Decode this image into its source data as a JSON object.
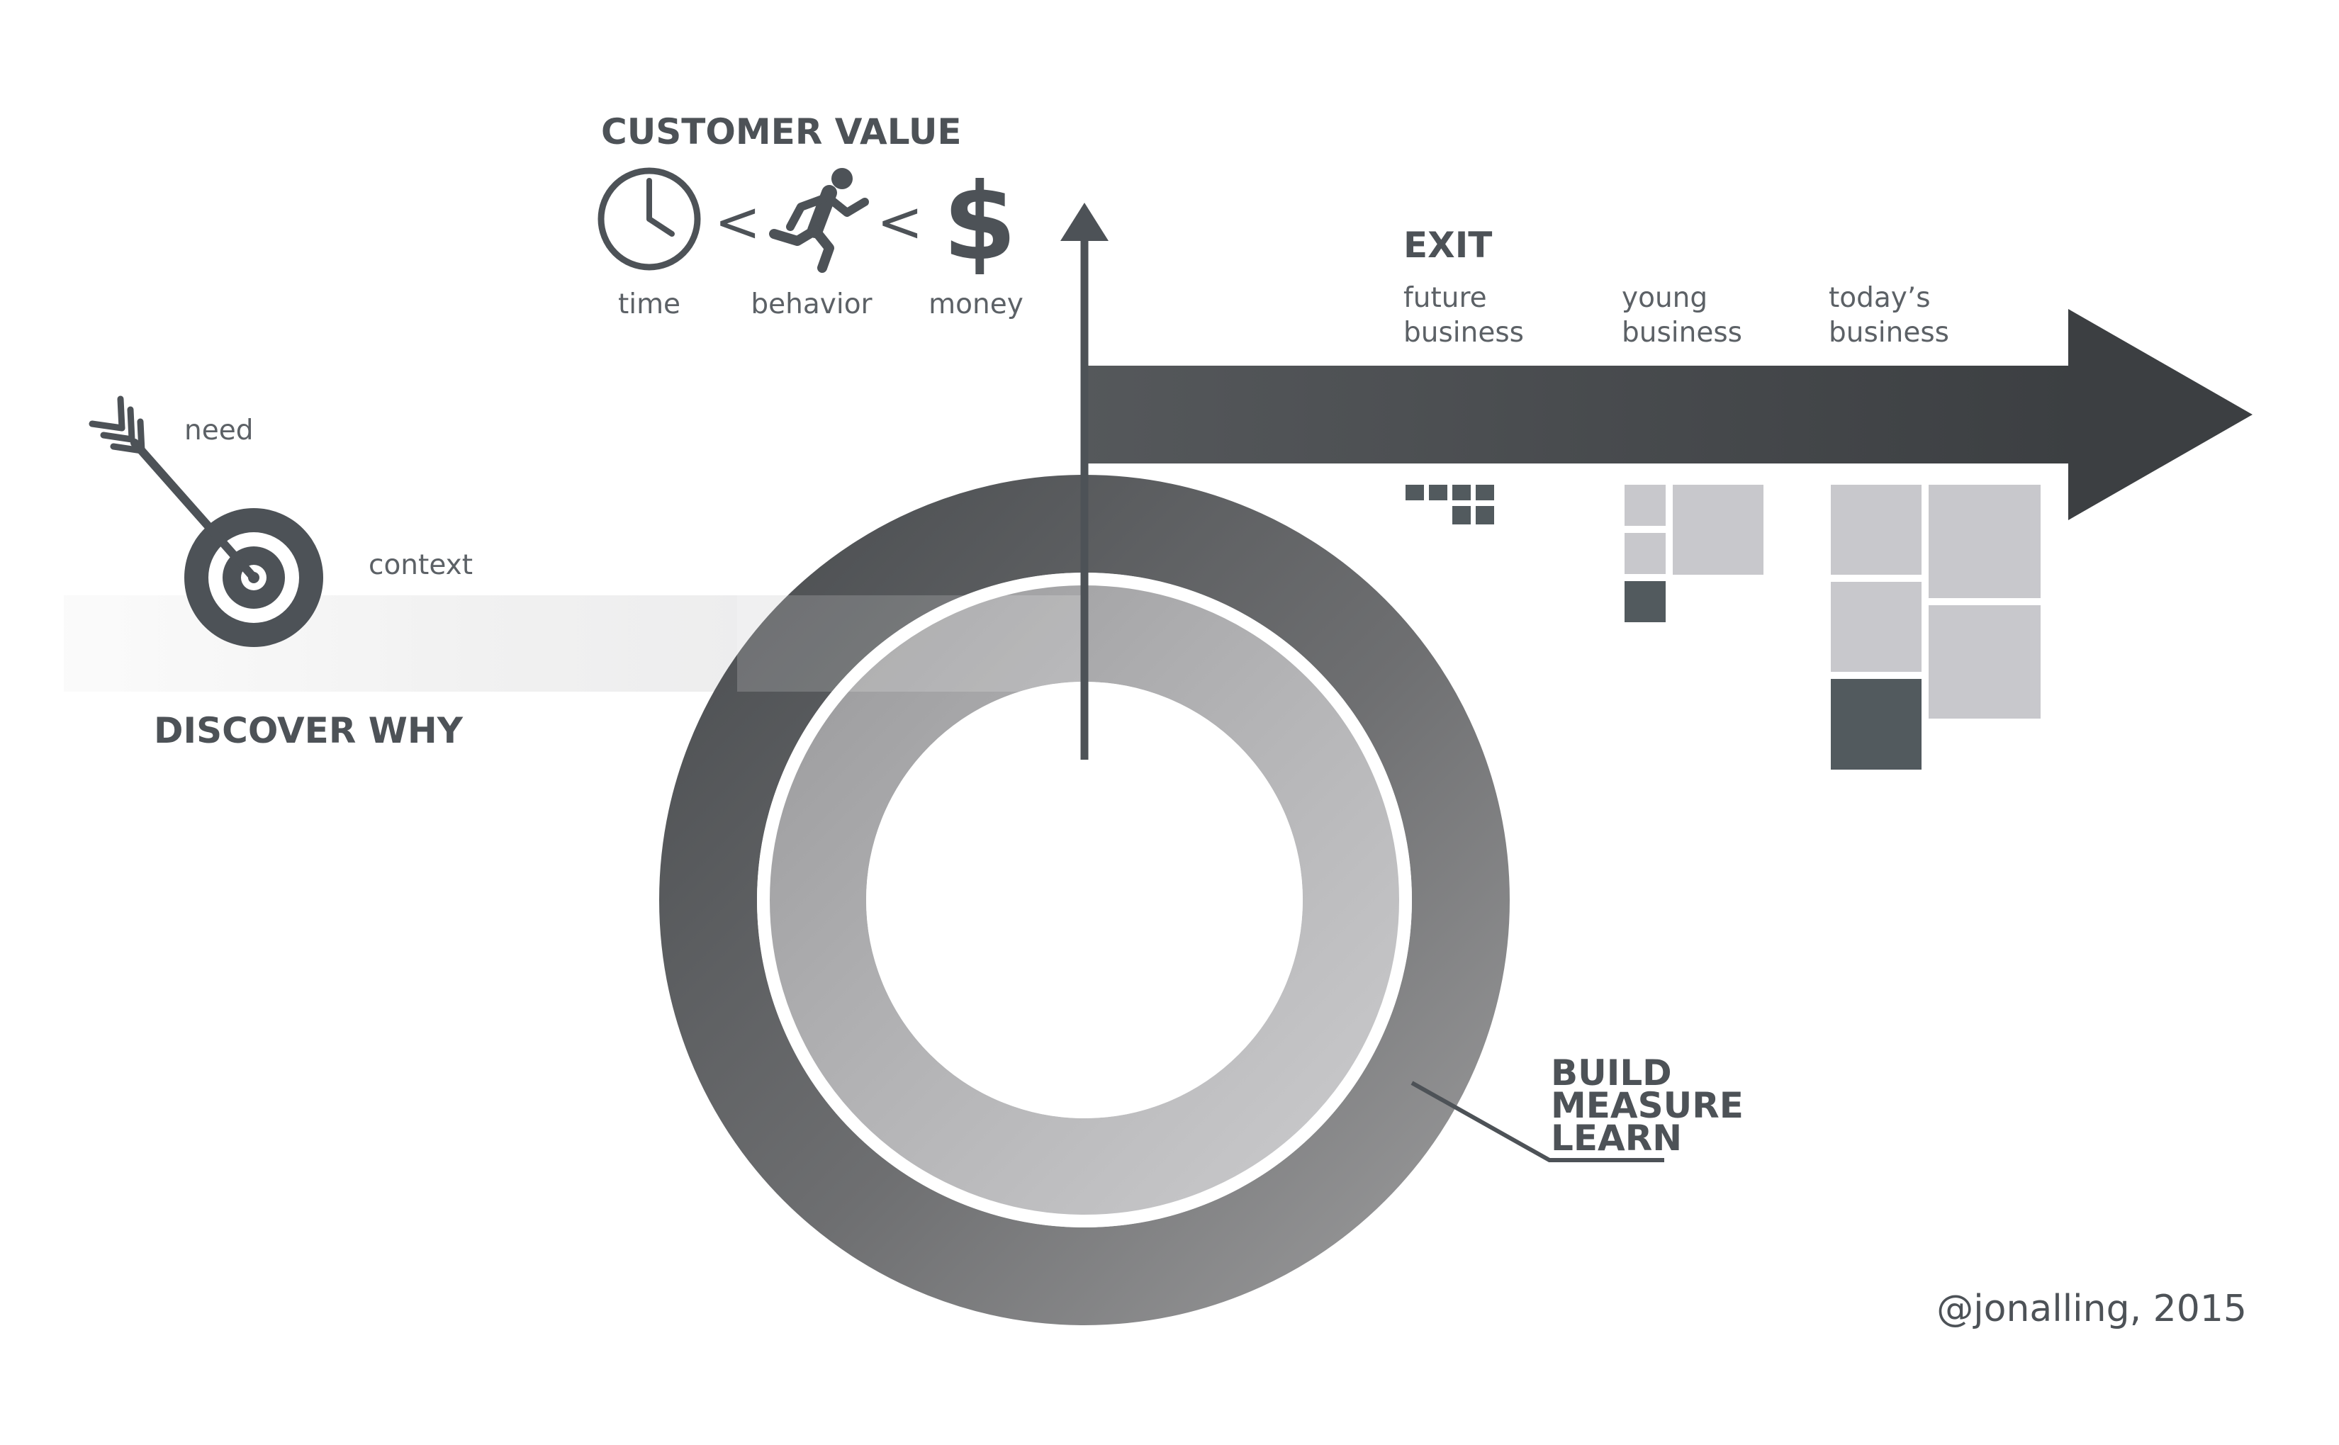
{
  "customer_value": {
    "heading": "CUSTOMER VALUE",
    "lt_symbol": "<",
    "items": [
      {
        "icon": "clock-icon",
        "label": "time"
      },
      {
        "icon": "running-person-icon",
        "label": "behavior"
      },
      {
        "icon": "dollar-sign-icon",
        "glyph": "$",
        "label": "money"
      }
    ]
  },
  "exit": {
    "heading": "EXIT",
    "stages": [
      {
        "line1": "future",
        "line2": "business"
      },
      {
        "line1": "young",
        "line2": "business"
      },
      {
        "line1": "today’s",
        "line2": "business"
      }
    ]
  },
  "discover": {
    "heading": "DISCOVER WHY",
    "need_label": "need",
    "context_label": "context"
  },
  "loop": {
    "line1": "BUILD",
    "line2": "MEASURE",
    "line3": "LEARN"
  },
  "credit": "@jonalling, 2015",
  "colors": {
    "dark": "#3f4346",
    "text": "#4d5257",
    "block_light": "#c8c8cc",
    "block_dark": "#525a5e",
    "inner_ring": "#b0b0b2"
  }
}
